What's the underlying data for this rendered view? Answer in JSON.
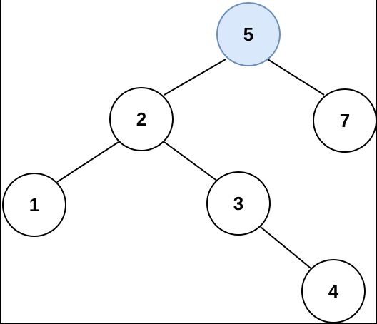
{
  "tree": {
    "nodes": [
      {
        "id": "n5",
        "label": "5",
        "highlighted": true
      },
      {
        "id": "n2",
        "label": "2",
        "highlighted": false
      },
      {
        "id": "n7",
        "label": "7",
        "highlighted": false
      },
      {
        "id": "n1",
        "label": "1",
        "highlighted": false
      },
      {
        "id": "n3",
        "label": "3",
        "highlighted": false
      },
      {
        "id": "n4",
        "label": "4",
        "highlighted": false
      }
    ],
    "edges": [
      {
        "from": "n5",
        "to": "n2"
      },
      {
        "from": "n5",
        "to": "n7"
      },
      {
        "from": "n2",
        "to": "n1"
      },
      {
        "from": "n2",
        "to": "n3"
      },
      {
        "from": "n3",
        "to": "n4"
      }
    ]
  },
  "colors": {
    "highlight_fill": "#dae8fc",
    "highlight_stroke": "#6c8ebf",
    "node_fill": "#ffffff",
    "node_stroke": "#000000",
    "edge": "#000000"
  }
}
